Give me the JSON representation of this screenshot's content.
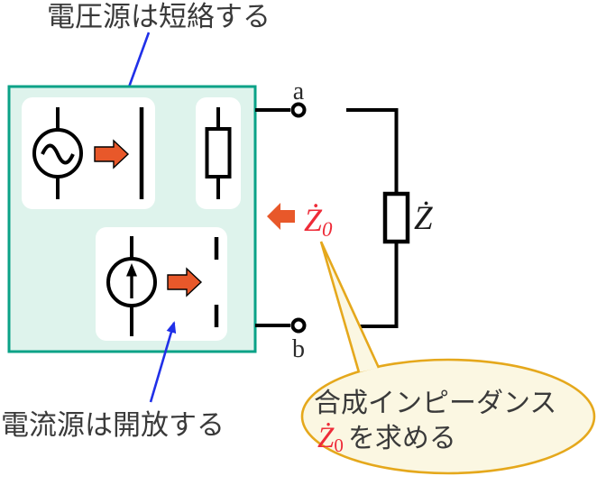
{
  "diagram": {
    "annotation_top": "電圧源は短絡する",
    "annotation_bottom": "電流源は開放する",
    "terminals": {
      "a": "a",
      "b": "b"
    },
    "load_impedance": {
      "base": "Ż"
    },
    "z0_indicator": {
      "base": "Ż",
      "sub": "0"
    },
    "callout": {
      "line1": "合成インピーダンス",
      "z0_base": "Ż",
      "z0_sub": "0",
      "line2_rest": "を求める"
    }
  },
  "icons": {
    "ac_voltage_source": "circle-with-sine-wave",
    "current_source": "circle-with-up-arrow",
    "resistor": "rectangle-two-leads",
    "short_circuit": "vertical-bar",
    "open_circuit": "broken-dashed-bar",
    "transform_arrow": "block-arrow-right",
    "z0_arrow": "block-arrow-left",
    "pointer": "thin-blue-arrow"
  },
  "colors": {
    "box_border_teal": "#0aa287",
    "box_fill_mint": "#def3ec",
    "panel_white": "#ffffff",
    "wire_black": "#000000",
    "arrow_orange": "#e8582a",
    "pointer_blue": "#2030e8",
    "z0_red": "#ee2b38",
    "callout_border_gold": "#e5a81c",
    "callout_fill_cream": "#fbf7e2",
    "annotation_ink": "#3a3a3a",
    "label_ink": "#2b2b2b"
  }
}
